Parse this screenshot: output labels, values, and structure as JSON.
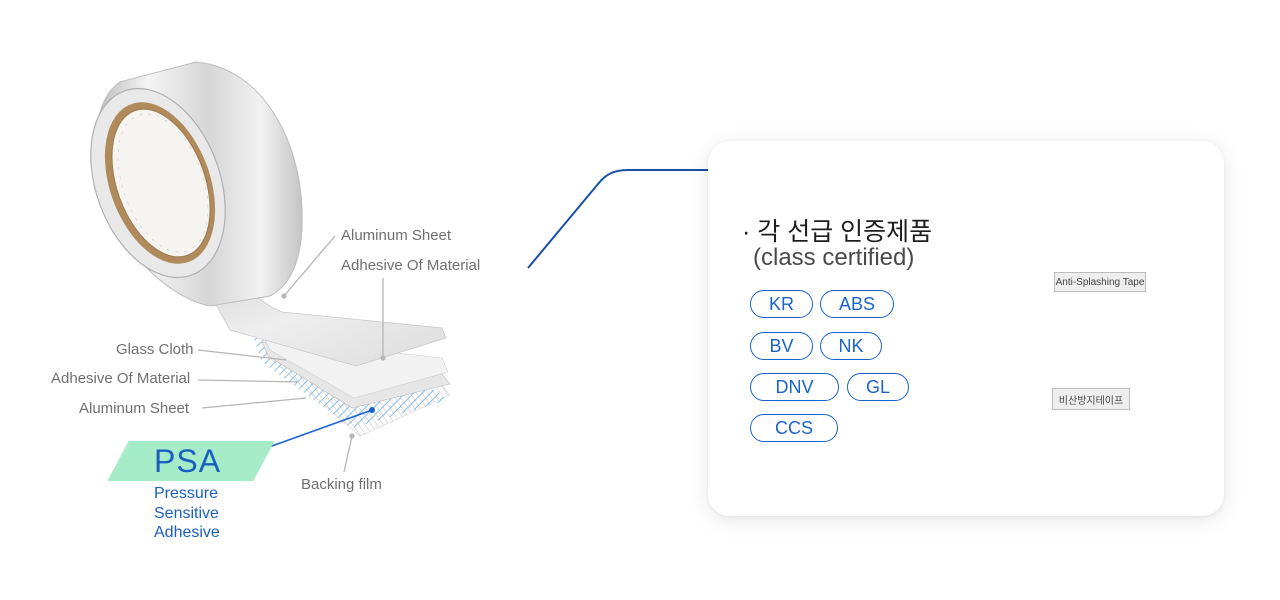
{
  "diagram": {
    "labels": {
      "aluminum_sheet_top": "Aluminum Sheet",
      "adhesive_top": "Adhesive Of Material",
      "glass_cloth": "Glass Cloth",
      "adhesive_left": "Adhesive Of Material",
      "aluminum_sheet_left": "Aluminum Sheet",
      "backing_film": "Backing film"
    },
    "psa": {
      "abbr": "PSA",
      "line1": "Pressure",
      "line2": "Sensitive",
      "line3": "Adhesive"
    },
    "colors": {
      "accent": "#1a63cc",
      "psa_bg": "#a7ecc8",
      "leader": "#b5b5b5"
    }
  },
  "card": {
    "title": "· 각 선급 인증제품",
    "subtitle": "(class certified)",
    "certifications": [
      "KR",
      "ABS",
      "BV",
      "NK",
      "DNV",
      "GL",
      "CCS"
    ],
    "product_labels": {
      "small_roll": "Anti-Splashing Tape",
      "large_roll": "비산방지테이프"
    }
  }
}
